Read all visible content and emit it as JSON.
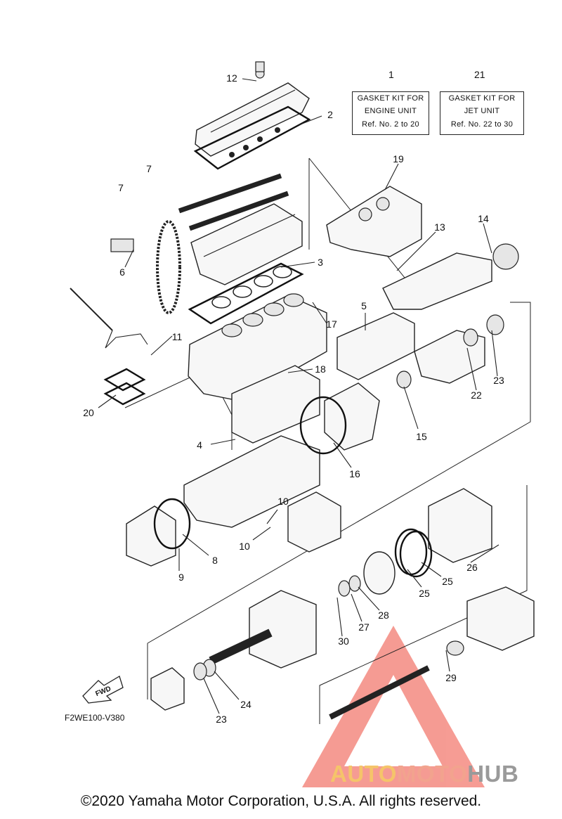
{
  "kits": [
    {
      "number": "1",
      "lines": [
        "GASKET KIT FOR",
        "ENGINE UNIT",
        "Ref. No. 2 to 20"
      ]
    },
    {
      "number": "21",
      "lines": [
        "GASKET KIT FOR",
        "JET UNIT",
        "Ref. No. 22 to 30"
      ]
    }
  ],
  "callouts": [
    "12",
    "2",
    "7",
    "7",
    "19",
    "13",
    "14",
    "6",
    "3",
    "17",
    "5",
    "11",
    "18",
    "20",
    "15",
    "22",
    "23",
    "4",
    "16",
    "10",
    "10",
    "8",
    "9",
    "26",
    "25",
    "25",
    "28",
    "27",
    "30",
    "29",
    "24",
    "23"
  ],
  "fwd_label": "FWD",
  "figure_code": "F2WE100-V380",
  "watermark": {
    "part1": "AUTO",
    "part2": "MOTO",
    "part3": "HUB",
    "colors": [
      "#f5c46a",
      "#f2a38e",
      "#9a9a9a"
    ]
  },
  "copyright": "©2020 Yamaha Motor Corporation, U.S.A. All rights reserved."
}
